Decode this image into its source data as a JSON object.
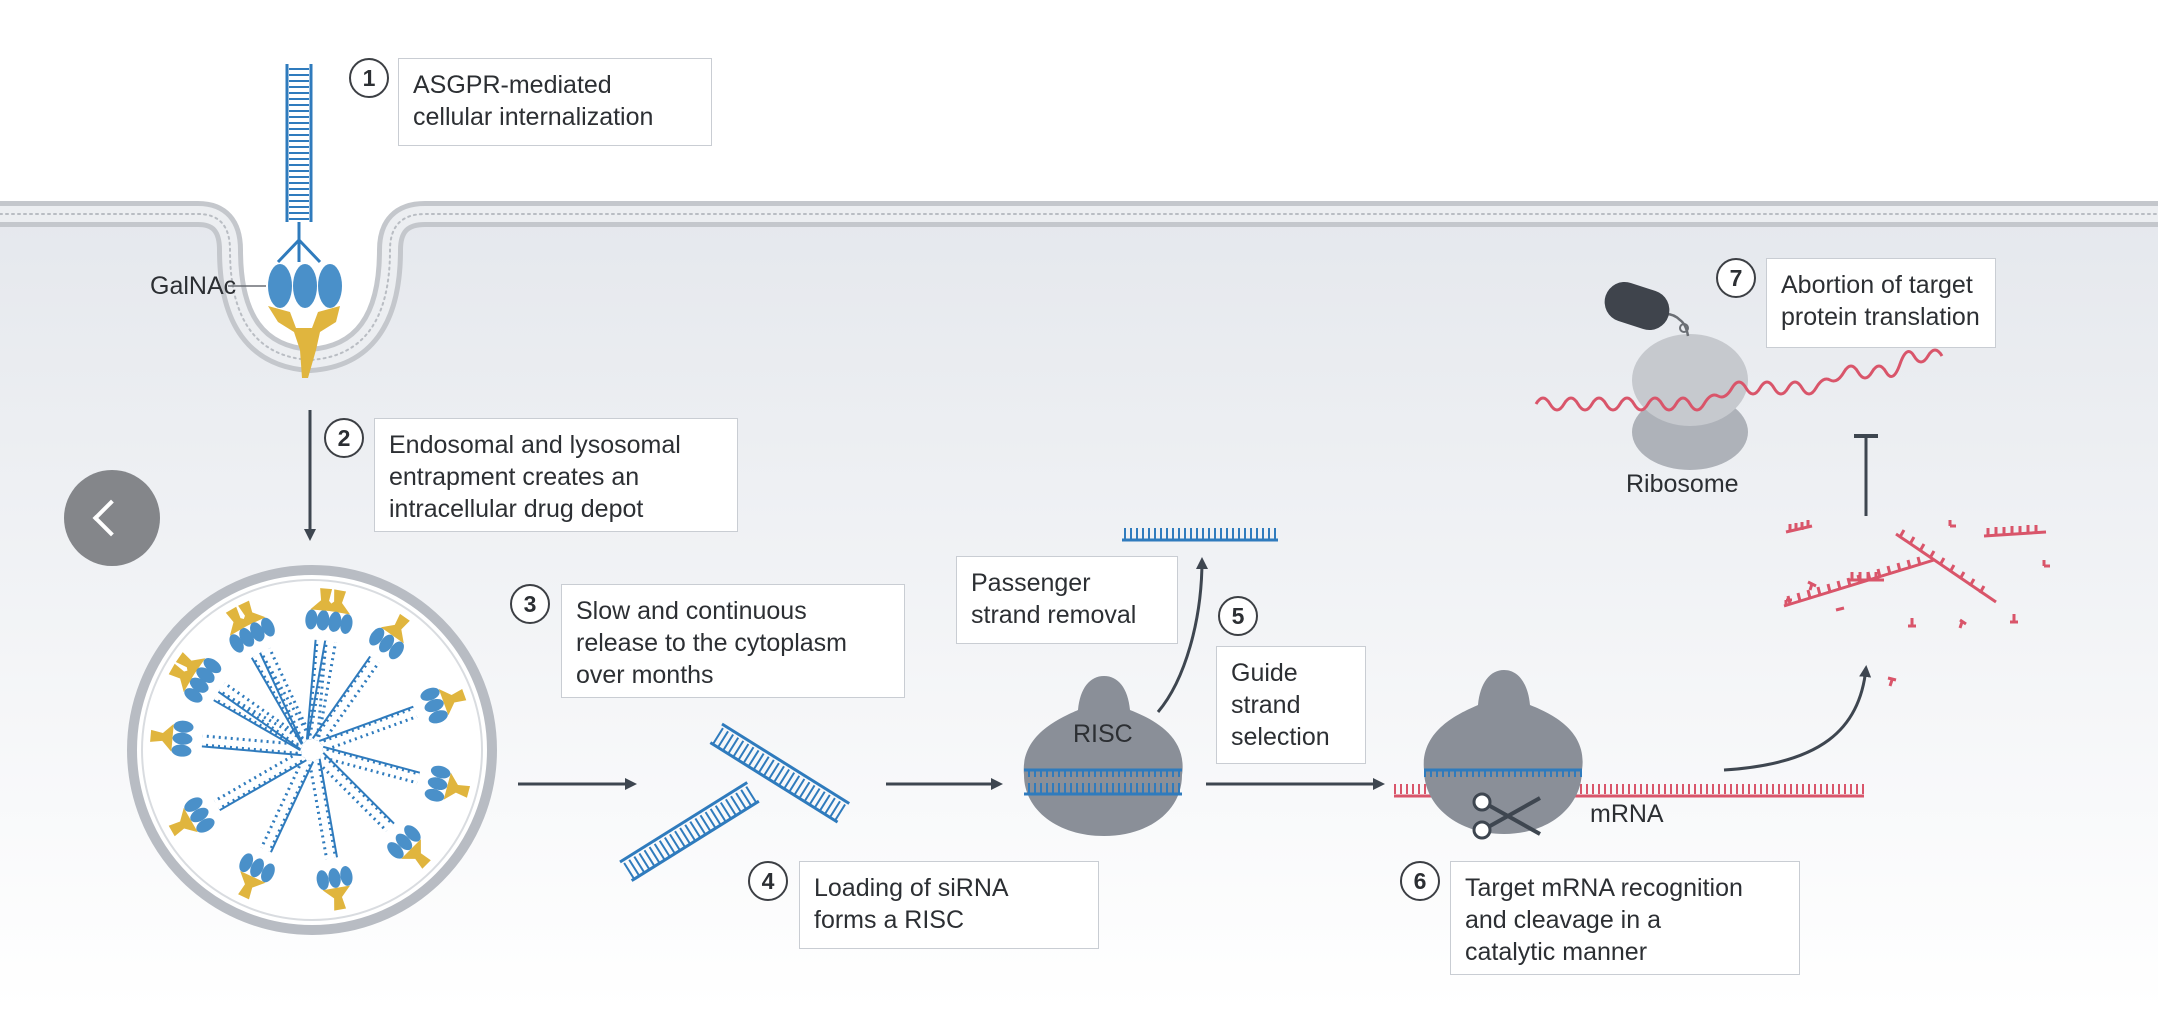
{
  "steps": [
    {
      "number": "1",
      "text": "ASGPR-mediated\ncellular internalization"
    },
    {
      "number": "2",
      "text": "Endosomal and lysosomal\nentrapment creates an\nintracellular drug depot"
    },
    {
      "number": "3",
      "text": "Slow and continuous\nrelease to the cytoplasm\nover months"
    },
    {
      "number": "4",
      "text": "Loading of siRNA\nforms a RISC"
    },
    {
      "number": "5",
      "text": "Guide\nstrand\nselection"
    },
    {
      "number": "6",
      "text": "Target mRNA recognition\nand cleavage in a\ncatalytic manner"
    },
    {
      "number": "7",
      "text": "Abortion of target\nprotein translation"
    }
  ],
  "passenger_label": "Passenger\nstrand removal",
  "labels": {
    "galnac": "GalNAc",
    "risc": "RISC",
    "mrna": "mRNA",
    "ribosome": "Ribosome"
  },
  "icons": {
    "back_button": "chevron-left-icon",
    "scissors": "scissors-icon"
  },
  "colors": {
    "membrane": "#c4c7cc",
    "sirna": "#2f7bbd",
    "galnac": "#4a90c9",
    "ligand": "#e0b53e",
    "mrna": "#d9556a",
    "risc": "#8a8f98",
    "arrow": "#3e4650"
  }
}
